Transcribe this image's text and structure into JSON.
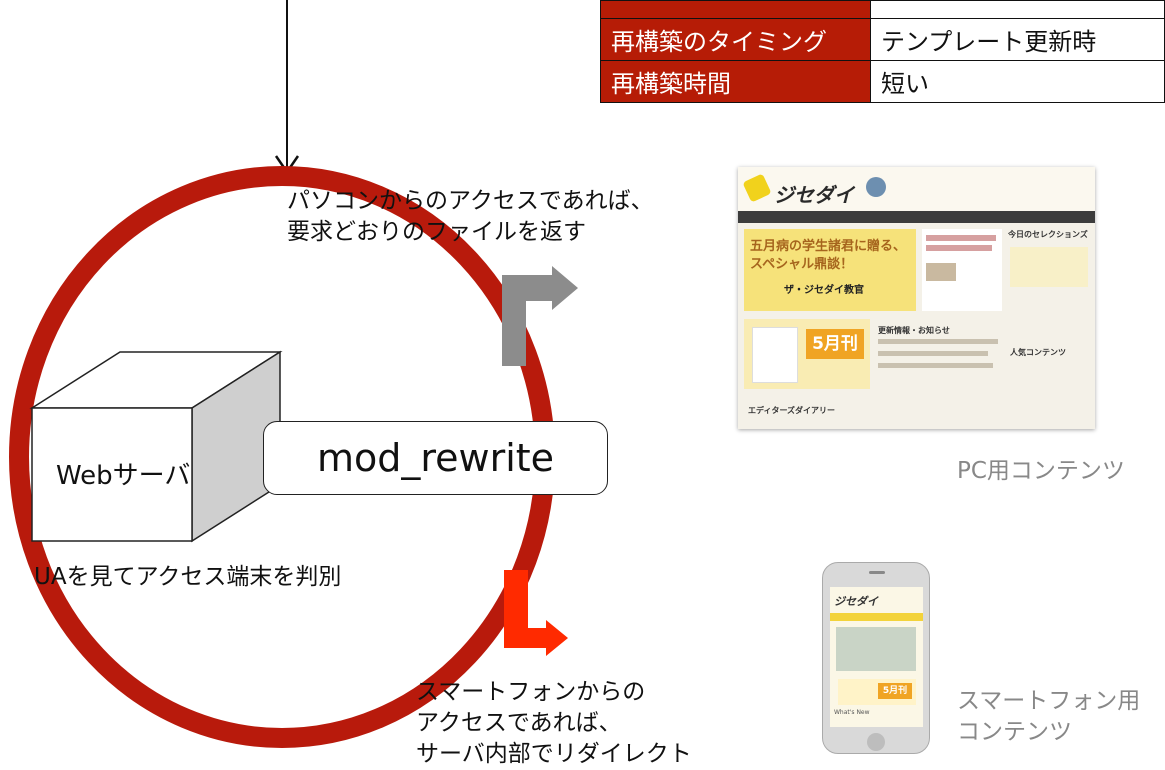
{
  "table": {
    "rows": [
      {
        "header": "再構築のタイミング",
        "value": "テンプレート更新時"
      },
      {
        "header": "再構築時間",
        "value": "短い"
      }
    ]
  },
  "diagram": {
    "pc_access_text_line1": "パソコンからのアクセスであれば、",
    "pc_access_text_line2": "要求どおりのファイルを返す",
    "web_server_label": "Webサーバ",
    "mod_rewrite_label": "mod_rewrite",
    "ua_text": "UAを見てアクセス端末を判別",
    "sp_text_line1": "スマートフォンからの",
    "sp_text_line2": "アクセスであれば、",
    "sp_text_line3": "サーバ内部でリダイレクト",
    "pc_content_label": "PC用コンテンツ",
    "sp_content_label_line1": "スマートフォン用",
    "sp_content_label_line2": "コンテンツ"
  },
  "pc_screenshot": {
    "site_name": "ジセダイ",
    "headline1": "五月病の学生諸君に贈る、",
    "headline2": "スペシャル鼎談！",
    "teacher": "ザ・ジセダイ教官",
    "side_title": "今日のセレクションズ",
    "big_label": "5月刊",
    "news_title": "更新情報・お知らせ",
    "popular_title": "人気コンテンツ",
    "diary_title": "エディターズダイアリー"
  },
  "phone_screenshot": {
    "site_name": "ジセダイ",
    "big_label": "5月刊",
    "whats_new": "What's New"
  },
  "colors": {
    "circle": "#b81a0c",
    "table_header": "#b61c06",
    "pc_arrow": "#8c8c8c",
    "sp_arrow": "#ff2a00"
  }
}
